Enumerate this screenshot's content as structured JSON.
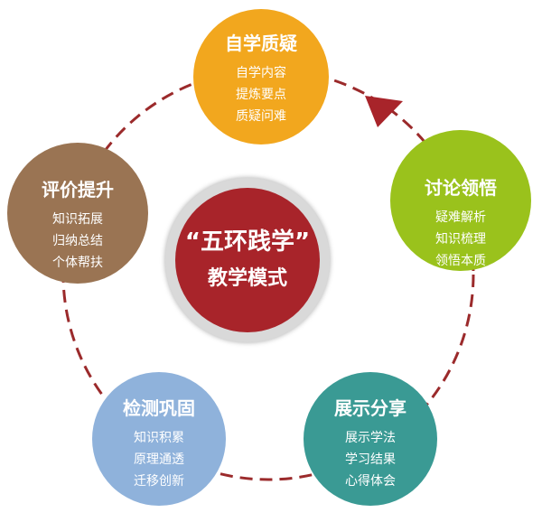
{
  "colors": {
    "self_study": "#f2a71e",
    "discussion": "#9ac21c",
    "presentation": "#3a9a94",
    "testing": "#8fb2db",
    "evaluation": "#9a7453",
    "center": "#a8242a",
    "ring": "#9b2a2b"
  },
  "center": {
    "title": "“五环践学”",
    "subtitle": "教学模式"
  },
  "nodes": {
    "self_study": {
      "title": "自学质疑",
      "items": [
        "自学内容",
        "提炼要点",
        "质疑问难"
      ]
    },
    "discussion": {
      "title": "讨论领悟",
      "items": [
        "疑难解析",
        "知识梳理",
        "领悟本质"
      ]
    },
    "presentation": {
      "title": "展示分享",
      "items": [
        "展示学法",
        "学习结果",
        "心得体会"
      ]
    },
    "testing": {
      "title": "检测巩固",
      "items": [
        "知识积累",
        "原理通透",
        "迁移创新"
      ]
    },
    "evaluation": {
      "title": "评价提升",
      "items": [
        "知识拓展",
        "归纳总结",
        "个体帮扶"
      ]
    }
  }
}
